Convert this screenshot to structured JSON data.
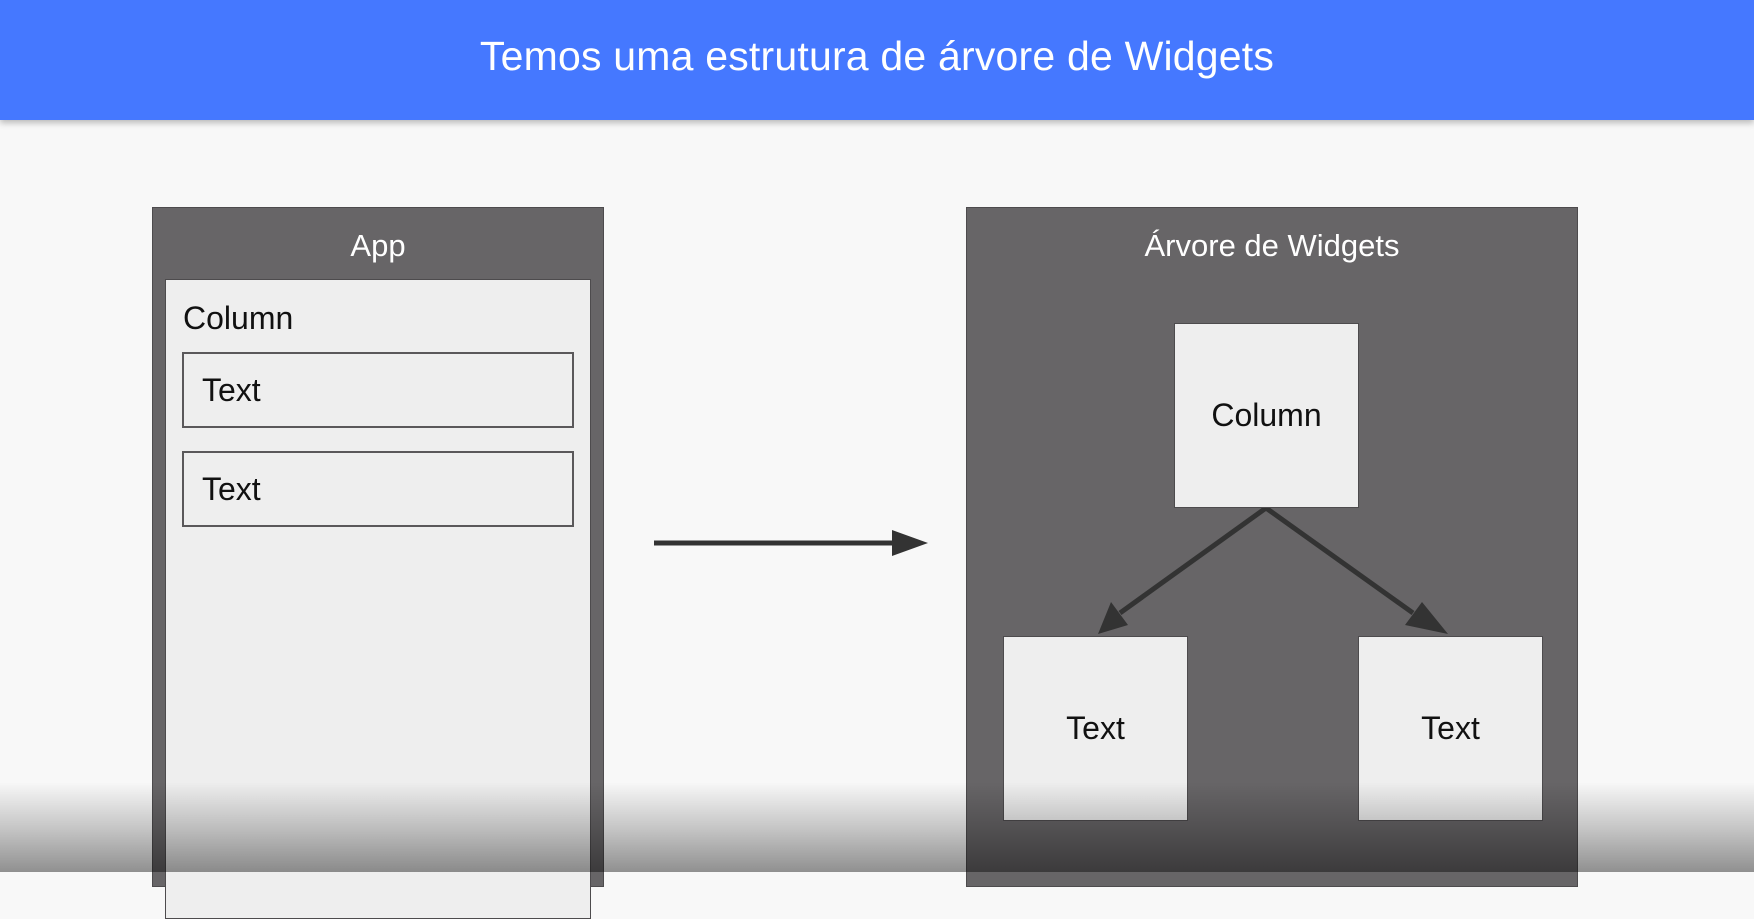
{
  "header": {
    "title": "Temos uma estrutura de árvore de Widgets"
  },
  "app_panel": {
    "title": "App",
    "column_label": "Column",
    "text_widgets": [
      "Text",
      "Text"
    ]
  },
  "tree_panel": {
    "title": "Árvore de Widgets",
    "root": "Column",
    "children": [
      "Text",
      "Text"
    ]
  },
  "colors": {
    "header_bg": "#4578ff",
    "panel_bg": "#676567",
    "box_bg": "#eeeeee",
    "arrow": "#333333"
  }
}
